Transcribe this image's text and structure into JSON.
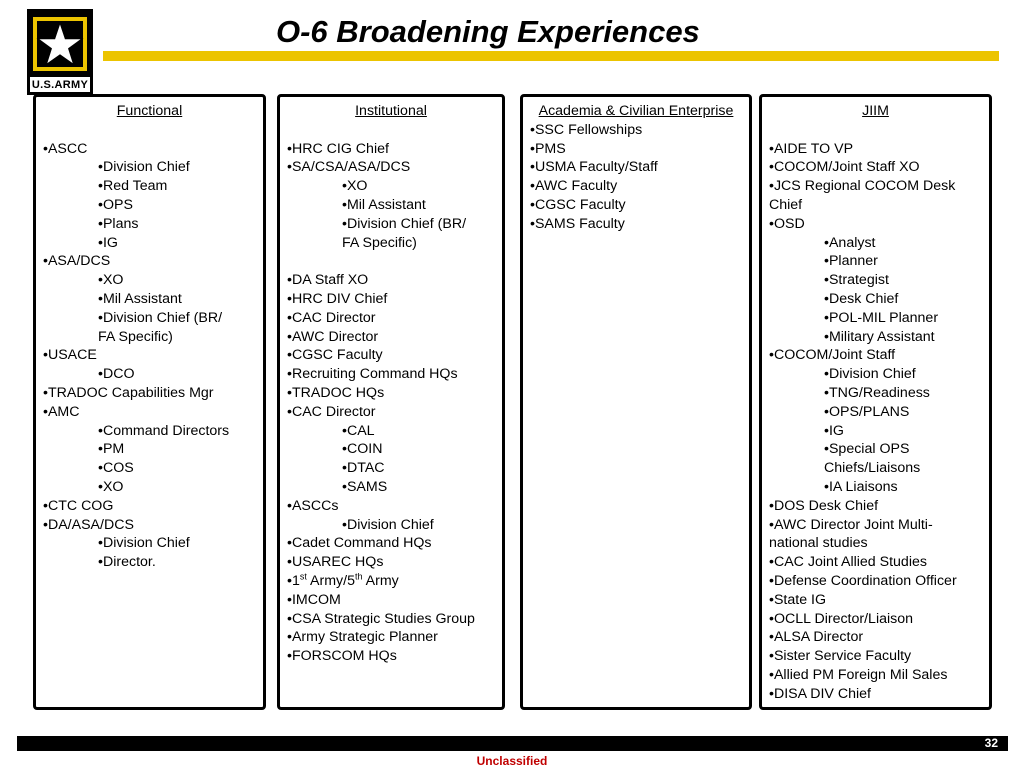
{
  "header": {
    "title": "O-6 Broadening Experiences",
    "logo_text": "U.S.ARMY"
  },
  "colors": {
    "accent_line": "#ecc400",
    "footer_text": "#c00000"
  },
  "columns": [
    {
      "heading": "Functional",
      "items": [
        {
          "level": 1,
          "text": "•ASCC"
        },
        {
          "level": 2,
          "text": "•Division Chief"
        },
        {
          "level": 2,
          "text": "•Red Team"
        },
        {
          "level": 2,
          "text": "•OPS"
        },
        {
          "level": 2,
          "text": "•Plans"
        },
        {
          "level": 2,
          "text": "•IG"
        },
        {
          "level": 1,
          "text": "•ASA/DCS"
        },
        {
          "level": 2,
          "text": "•XO"
        },
        {
          "level": 2,
          "text": "•Mil Assistant"
        },
        {
          "level": 2,
          "text": "•Division Chief (BR/"
        },
        {
          "level": 2,
          "text": "FA Specific)"
        },
        {
          "level": 1,
          "text": "•USACE"
        },
        {
          "level": 2,
          "text": "•DCO"
        },
        {
          "level": 1,
          "text": "•TRADOC Capabilities Mgr"
        },
        {
          "level": 1,
          "text": "•AMC"
        },
        {
          "level": 2,
          "text": "•Command Directors"
        },
        {
          "level": 2,
          "text": "•PM"
        },
        {
          "level": 2,
          "text": "•COS"
        },
        {
          "level": 2,
          "text": "•XO"
        },
        {
          "level": 1,
          "text": "•CTC COG"
        },
        {
          "level": 1,
          "text": "•DA/ASA/DCS"
        },
        {
          "level": 2,
          "text": "•Division Chief"
        },
        {
          "level": 2,
          "text": "•Director."
        }
      ]
    },
    {
      "heading": "Institutional",
      "items": [
        {
          "level": 1,
          "text": "•HRC CIG Chief"
        },
        {
          "level": 1,
          "text": "•SA/CSA/ASA/DCS"
        },
        {
          "level": 2,
          "text": "•XO"
        },
        {
          "level": 2,
          "text": "•Mil Assistant"
        },
        {
          "level": 2,
          "text": "•Division Chief (BR/"
        },
        {
          "level": 2,
          "text": "FA Specific)"
        },
        {
          "level": 0,
          "text": ""
        },
        {
          "level": 1,
          "text": "•DA Staff XO"
        },
        {
          "level": 1,
          "text": "•HRC DIV Chief"
        },
        {
          "level": 1,
          "text": "•CAC Director"
        },
        {
          "level": 1,
          "text": "•AWC Director"
        },
        {
          "level": 1,
          "text": "•CGSC Faculty"
        },
        {
          "level": 1,
          "text": "•Recruiting Command HQs"
        },
        {
          "level": 1,
          "text": "•TRADOC HQs"
        },
        {
          "level": 1,
          "text": "•CAC Director"
        },
        {
          "level": 2,
          "text": "•CAL"
        },
        {
          "level": 2,
          "text": "•COIN"
        },
        {
          "level": 2,
          "text": "•DTAC"
        },
        {
          "level": 2,
          "text": "•SAMS"
        },
        {
          "level": 1,
          "text": "•ASCCs"
        },
        {
          "level": 2,
          "text": "•Division Chief"
        },
        {
          "level": 1,
          "text": "•Cadet Command HQs"
        },
        {
          "level": 1,
          "text": "•USAREC HQs"
        },
        {
          "level": 1,
          "text": "•1st Army/5th Army"
        },
        {
          "level": 1,
          "text": "•IMCOM"
        },
        {
          "level": 1,
          "text": "•CSA Strategic Studies Group"
        },
        {
          "level": 1,
          "text": "•Army Strategic Planner"
        },
        {
          "level": 1,
          "text": "•FORSCOM HQs"
        }
      ]
    },
    {
      "heading": "Academia & Civilian Enterprise",
      "items": [
        {
          "level": 1,
          "text": "•SSC Fellowships"
        },
        {
          "level": 1,
          "text": "•PMS"
        },
        {
          "level": 1,
          "text": "•USMA Faculty/Staff"
        },
        {
          "level": 1,
          "text": "•AWC Faculty"
        },
        {
          "level": 1,
          "text": "•CGSC Faculty"
        },
        {
          "level": 1,
          "text": "•SAMS Faculty"
        }
      ]
    },
    {
      "heading": "JIIM",
      "items": [
        {
          "level": 1,
          "text": "•AIDE TO VP"
        },
        {
          "level": 1,
          "text": "•COCOM/Joint Staff XO"
        },
        {
          "level": 1,
          "text": "•JCS Regional COCOM Desk"
        },
        {
          "level": 1,
          "text": "Chief"
        },
        {
          "level": 1,
          "text": "•OSD"
        },
        {
          "level": 2,
          "text": "•Analyst"
        },
        {
          "level": 2,
          "text": "•Planner"
        },
        {
          "level": 2,
          "text": "•Strategist"
        },
        {
          "level": 2,
          "text": "•Desk Chief"
        },
        {
          "level": 2,
          "text": "•POL-MIL Planner"
        },
        {
          "level": 2,
          "text": "•Military Assistant"
        },
        {
          "level": 1,
          "text": "•COCOM/Joint Staff"
        },
        {
          "level": 2,
          "text": "•Division Chief"
        },
        {
          "level": 2,
          "text": "•TNG/Readiness"
        },
        {
          "level": 2,
          "text": "•OPS/PLANS"
        },
        {
          "level": 2,
          "text": "•IG"
        },
        {
          "level": 2,
          "text": "•Special OPS"
        },
        {
          "level": 2,
          "text": "Chiefs/Liaisons"
        },
        {
          "level": 2,
          "text": "•IA Liaisons"
        },
        {
          "level": 1,
          "text": "•DOS Desk Chief"
        },
        {
          "level": 1,
          "text": "•AWC Director Joint Multi-"
        },
        {
          "level": 1,
          "text": "national studies"
        },
        {
          "level": 1,
          "text": "•CAC Joint Allied Studies"
        },
        {
          "level": 1,
          "text": "•Defense Coordination Officer"
        },
        {
          "level": 1,
          "text": "•State IG"
        },
        {
          "level": 1,
          "text": "•OCLL Director/Liaison"
        },
        {
          "level": 1,
          "text": "•ALSA Director"
        },
        {
          "level": 1,
          "text": "•Sister Service Faculty"
        },
        {
          "level": 1,
          "text": "•Allied PM Foreign Mil Sales"
        },
        {
          "level": 1,
          "text": "•DISA DIV Chief"
        }
      ]
    }
  ],
  "footer": {
    "page_number": "32",
    "classification": "Unclassified"
  }
}
